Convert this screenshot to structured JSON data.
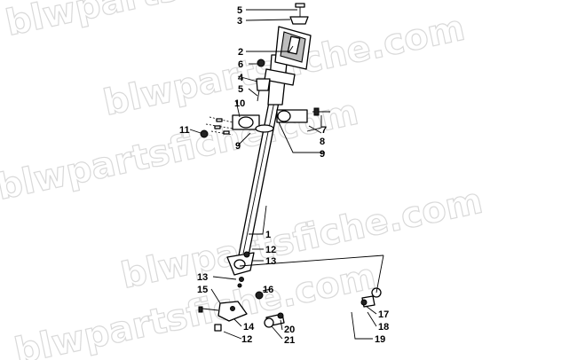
{
  "watermark": {
    "lines": [
      "blwpartsfiche.com",
      "blwpartsfiche.com",
      "blwpartsfiche.com",
      "blwpartsfiche.com",
      "blwpartsfiche.com"
    ]
  },
  "callouts": [
    {
      "id": "c5a",
      "label": "5"
    },
    {
      "id": "c3",
      "label": "3"
    },
    {
      "id": "c2",
      "label": "2"
    },
    {
      "id": "c6",
      "label": "6"
    },
    {
      "id": "c4",
      "label": "4"
    },
    {
      "id": "c5b",
      "label": "5"
    },
    {
      "id": "c10",
      "label": "10"
    },
    {
      "id": "c11",
      "label": "11"
    },
    {
      "id": "c9a",
      "label": "9"
    },
    {
      "id": "c7",
      "label": "7"
    },
    {
      "id": "c8",
      "label": "8"
    },
    {
      "id": "c9b",
      "label": "9"
    },
    {
      "id": "c1",
      "label": "1"
    },
    {
      "id": "c12a",
      "label": "12"
    },
    {
      "id": "c13a",
      "label": "13"
    },
    {
      "id": "c13b",
      "label": "13"
    },
    {
      "id": "c15",
      "label": "15"
    },
    {
      "id": "c16",
      "label": "16"
    },
    {
      "id": "c17",
      "label": "17"
    },
    {
      "id": "c18",
      "label": "18"
    },
    {
      "id": "c14",
      "label": "14"
    },
    {
      "id": "c20",
      "label": "20"
    },
    {
      "id": "c12b",
      "label": "12"
    },
    {
      "id": "c21",
      "label": "21"
    },
    {
      "id": "c19",
      "label": "19"
    }
  ]
}
